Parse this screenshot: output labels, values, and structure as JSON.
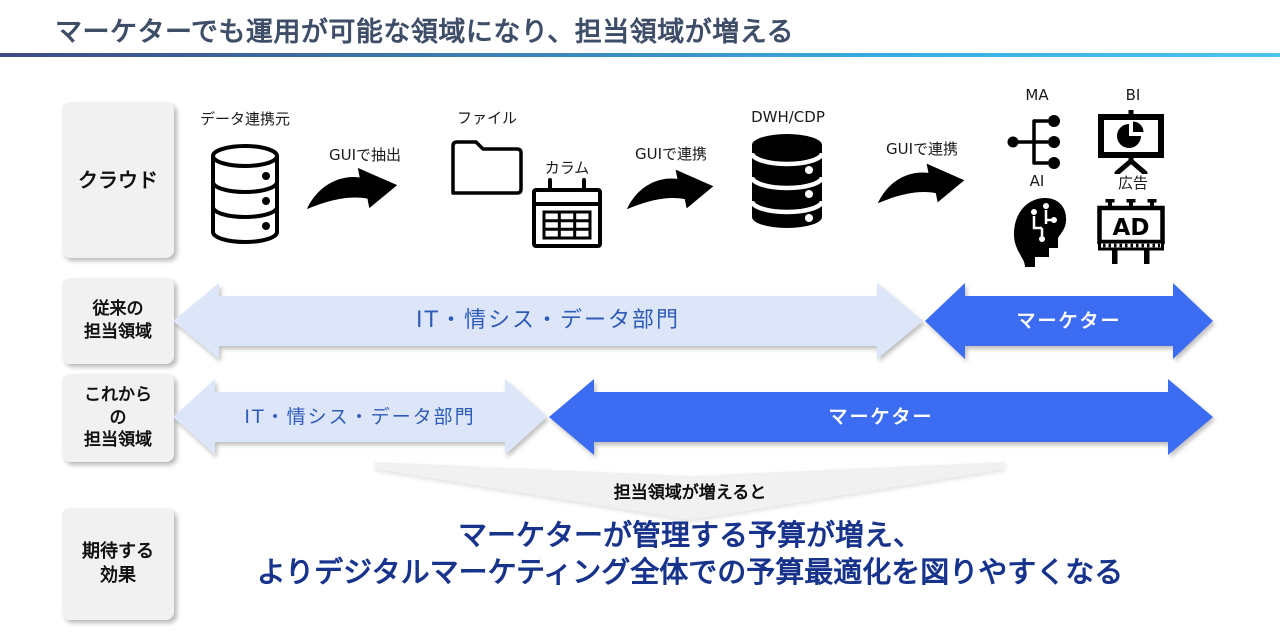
{
  "title": "マーケターでも運用が可能な領域になり、担当領域が増える",
  "side_labels": {
    "cloud": "クラウド",
    "legacy": "従来の\n担当領域",
    "future": "これから\nの\n担当領域",
    "effect": "期待する\n効果"
  },
  "flow": {
    "source_label": "データ連携元",
    "extract_arrow_label": "GUIで抽出",
    "file_label": "ファイル",
    "column_label": "カラム",
    "link_arrow1_label": "GUIで連携",
    "dwh_label": "DWH/CDP",
    "link_arrow2_label": "GUIで連携",
    "ma_label": "MA",
    "bi_label": "BI",
    "ai_label": "AI",
    "ad_label": "広告",
    "ad_board_text": "AD"
  },
  "bands": {
    "legacy_it": "IT・情シス・データ部門",
    "legacy_marketer": "マーケター",
    "future_it": "IT・情シス・データ部門",
    "future_marketer": "マーケター"
  },
  "connector_label": "担当領域が増えると",
  "effect_text": {
    "line1": "マーケターが管理する予算が増え、",
    "line2": "よりデジタルマーケティング全体での予算最適化を図りやすくなる"
  },
  "colors": {
    "title_navy": "#3F4E68",
    "accent_blue": "#3C6CF1",
    "light_blue": "#DCE6F8",
    "band_text_blue": "#2E5CB8",
    "deep_blue": "#17338C",
    "rule_gradient_left": "#3E4A86",
    "rule_gradient_right": "#38AEE3",
    "box_gray": "#F1F1F1",
    "icon_black": "#000000"
  }
}
